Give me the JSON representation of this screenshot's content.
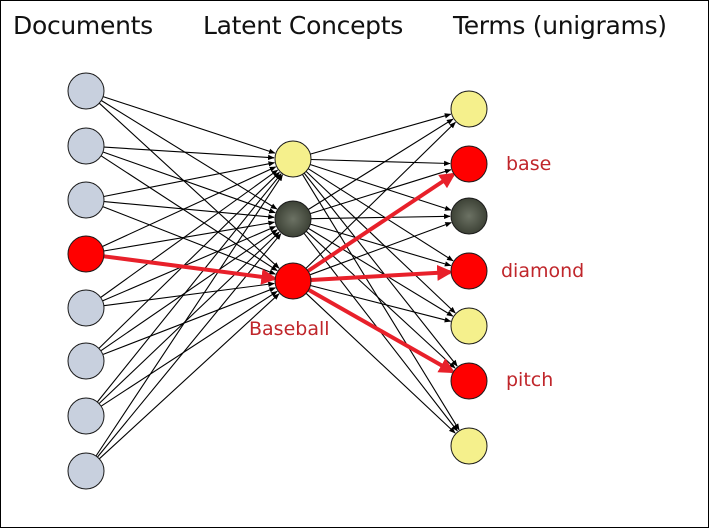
{
  "headers": {
    "documents": "Documents",
    "concepts": "Latent Concepts",
    "terms": "Terms (unigrams)"
  },
  "labels": {
    "baseball": "Baseball",
    "base": "base",
    "diamond": "diamond",
    "pitch": "pitch"
  },
  "colors": {
    "document_node": "#c8d0de",
    "highlight": "#ff0000",
    "label_text": "#c0262b",
    "yellow_node": "#f5f08c",
    "dark_node": "#4a4f42",
    "edge": "#000000",
    "highlight_edge": "#e8202a"
  },
  "nodes": {
    "documents": [
      "gray",
      "gray",
      "gray",
      "red",
      "gray",
      "gray",
      "gray",
      "gray"
    ],
    "concepts": [
      "yellow",
      "dark",
      "red"
    ],
    "terms": [
      "yellow",
      "red",
      "dark",
      "red",
      "yellow",
      "red",
      "yellow"
    ]
  },
  "highlighted_edges": [
    {
      "from": "documents.3",
      "to": "concepts.2"
    },
    {
      "from": "concepts.2",
      "to": "terms.1"
    },
    {
      "from": "concepts.2",
      "to": "terms.3"
    },
    {
      "from": "concepts.2",
      "to": "terms.5"
    }
  ]
}
